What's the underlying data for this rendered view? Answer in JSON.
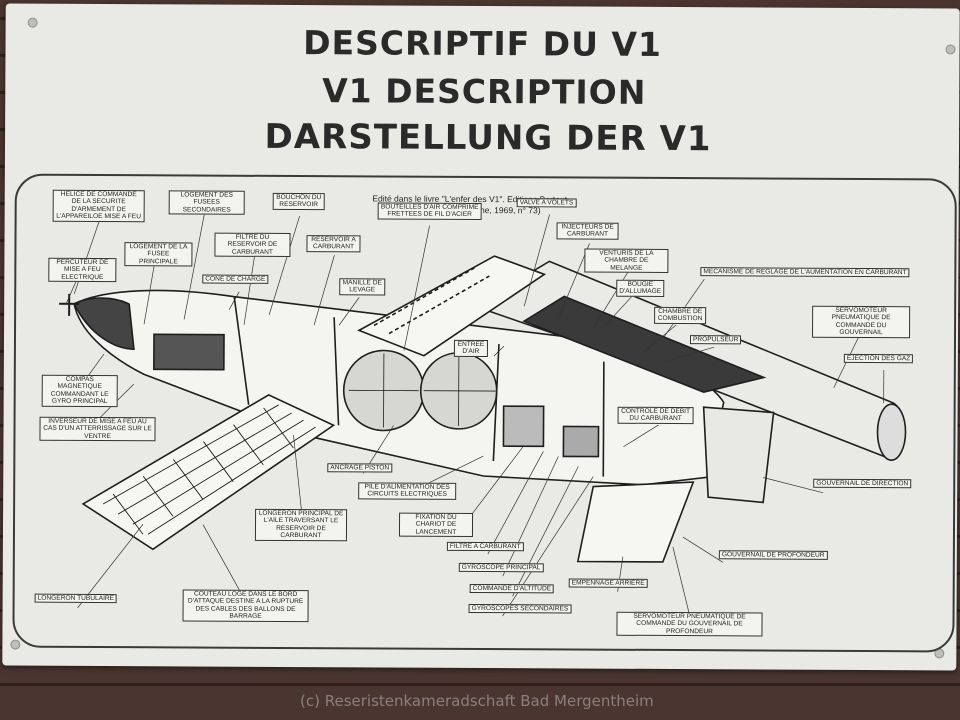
{
  "sign": {
    "title_fr": "DESCRIPTIF DU V1",
    "title_en": "V1 DESCRIPTION",
    "title_de": "DARSTELLUNG DER V1",
    "credit_line1": "Edité dans le livre \"L'enfer des V1\". Editions Bertout",
    "credit_line2": "(Coll. Historia-Magazine, 1969, n° 73)"
  },
  "labels": [
    {
      "id": "helice",
      "text": "HELICE DE COMMANDE DE LA SECURITE D'ARMEMENT DE L'APPAREILOE MISE A FEU"
    },
    {
      "id": "logement-fusees-sec",
      "text": "LOGEMENT DES FUSEES SECONDAIRES"
    },
    {
      "id": "bouchon",
      "text": "BOUCHON DU RESERVOIR"
    },
    {
      "id": "bouteilles",
      "text": "BOUTEILLES D'AIR COMPRIME FRETTEES DE FIL D'ACIER"
    },
    {
      "id": "valve",
      "text": "VALVE A VOLETS"
    },
    {
      "id": "injecteurs",
      "text": "INJECTEURS DE CARBURANT"
    },
    {
      "id": "venturis",
      "text": "VENTURIS DE LA CHAMBRE DE MELANGE"
    },
    {
      "id": "filtre-reservoir",
      "text": "FILTRE DU RESERVOIR DE CARBURANT"
    },
    {
      "id": "reservoir",
      "text": "RESERVOIR A CARBURANT"
    },
    {
      "id": "logement-fusee-pr",
      "text": "LOGEMENT DE LA FUSEE PRINCIPALE"
    },
    {
      "id": "percuteur",
      "text": "PERCUTEUR DE MISE A FEU ELECTRIQUE"
    },
    {
      "id": "cone",
      "text": "CONE DE CHARGE"
    },
    {
      "id": "manille",
      "text": "MANILLE DE LEVAGE"
    },
    {
      "id": "bougie",
      "text": "BOUGIE D'ALLUMAGE"
    },
    {
      "id": "mecanisme",
      "text": "MECANISME DE REGLAGE DE L'AUMENTATION EN CARBURANT"
    },
    {
      "id": "servo-gouvernail",
      "text": "SERVOMOTEUR PNEUMATIQUE DE COMMANDE DU GOUVERNAIL"
    },
    {
      "id": "chambre",
      "text": "CHAMBRE DE COMBUSTION"
    },
    {
      "id": "entree",
      "text": "ENTREE D'AIR"
    },
    {
      "id": "propulseur",
      "text": "PROPULSEUR"
    },
    {
      "id": "ejection",
      "text": "EJECTION DES GAZ"
    },
    {
      "id": "compas",
      "text": "COMPAS MAGNETIQUE COMMANDANT LE GYRO PRINCIPAL"
    },
    {
      "id": "controle",
      "text": "CONTROLE DE DEBIT DU CARBURANT"
    },
    {
      "id": "inverseur",
      "text": "INVERSEUR DE MISE A FEU AU CAS D'UN ATTERRISSAGE SUR LE VENTRE"
    },
    {
      "id": "ancrage",
      "text": "ANCRAGE PISTON"
    },
    {
      "id": "gouvernail-direction",
      "text": "GOUVERNAIL DE DIRECTION"
    },
    {
      "id": "pile",
      "text": "PILE D'ALIMENTATION DES CIRCUITS ELECTRIQUES"
    },
    {
      "id": "longeron-principal",
      "text": "LONGERON PRINCIPAL DE L'AILE TRAVERSANT LE RESERVOIR DE CARBURANT"
    },
    {
      "id": "fixation",
      "text": "FIXATION DU CHARIOT DE LANCEMENT"
    },
    {
      "id": "filtre-carburant",
      "text": "FILTRE A CARBURANT"
    },
    {
      "id": "gouvernail-profondeur",
      "text": "GOUVERNAIL DE PROFONDEUR"
    },
    {
      "id": "gyroscope-pr",
      "text": "GYROSCOPE PRINCIPAL"
    },
    {
      "id": "empennage",
      "text": "EMPENNAGE ARRIERE"
    },
    {
      "id": "commande-altitude",
      "text": "COMMANDE D'ALTITUDE"
    },
    {
      "id": "couteau",
      "text": "COUTEAU LOGE DANS LE BORD D'ATTAQUE DESTINE A LA RUPTURE DES CABLES DES BALLONS DE BARRAGE"
    },
    {
      "id": "longeron-tubulaire",
      "text": "LONGERON TUBULAIRE"
    },
    {
      "id": "gyroscopes-sec",
      "text": "GYROSCOPES SECONDAIRES"
    },
    {
      "id": "servo-profondeur",
      "text": "SERVOMOTEUR PNEUMATIQUE DE COMMANDE DU GOUVERNAIL DE PROFONDEUR"
    }
  ],
  "watermark": "(c) Reseristenkameradschaft Bad Mergentheim",
  "colors": {
    "plate": "#e9e9e6",
    "ink": "#2a2a2a",
    "wall": "#3a2a24"
  }
}
